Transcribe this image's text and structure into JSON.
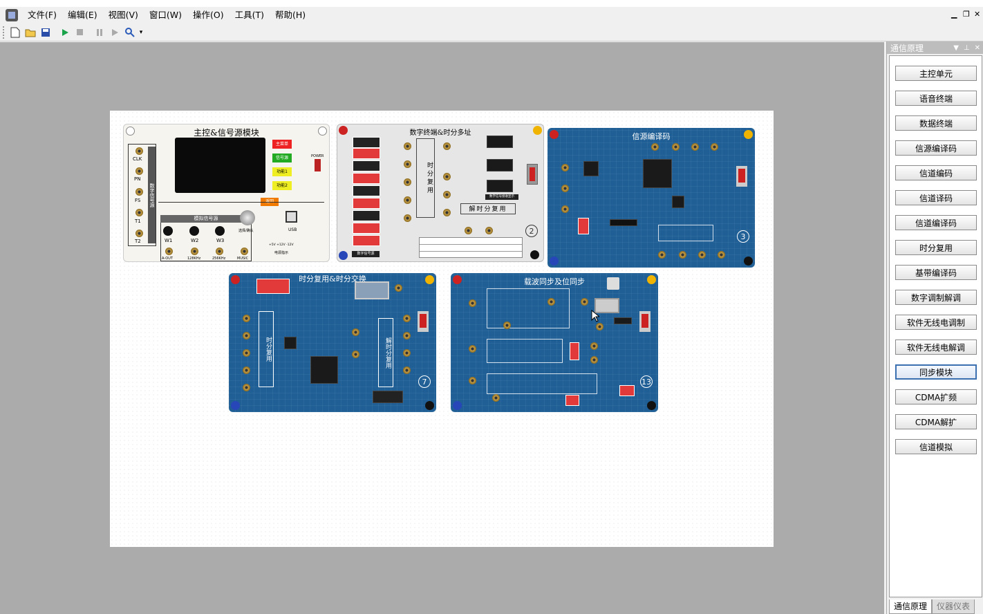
{
  "menu": [
    "文件(F)",
    "编辑(E)",
    "视图(V)",
    "窗口(W)",
    "操作(O)",
    "工具(T)",
    "帮助(H)"
  ],
  "panel": {
    "title": "通信原理",
    "buttons": [
      "主控单元",
      "语音终端",
      "数据终端",
      "信源编译码",
      "信道编码",
      "信道译码",
      "信道编译码",
      "时分复用",
      "基带编译码",
      "数字调制解调",
      "软件无线电调制",
      "软件无线电解调",
      "同步模块",
      "CDMA扩频",
      "CDMA解扩",
      "信道模拟"
    ],
    "active_button": "同步模块",
    "tabs": [
      "通信原理",
      "仪器仪表"
    ]
  },
  "modules": {
    "main": {
      "title": "主控&信号源模块",
      "side_label": "数字信号源",
      "jacks": [
        "CLK",
        "PN",
        "FS",
        "T1",
        "T2"
      ],
      "buttons": [
        "主菜单",
        "信号源",
        "功能1",
        "功能2",
        "返回"
      ],
      "analog_title": "模拟信号源",
      "knobs": [
        "W1",
        "W2",
        "W3"
      ],
      "outputs": [
        "A-OUT",
        "128KHz",
        "256KHz",
        "MUSIC"
      ],
      "select_label": "选择/确认",
      "usb": "USB",
      "power": "POWER",
      "power_label": "电源指示",
      "volts": "+5V  +12V  -12V"
    },
    "m2": {
      "title": "数字终端&时分多址",
      "center": "时分复用",
      "demux": "解时分复用",
      "source": "数字信号源",
      "display": "数字信号接收显示",
      "number": "2"
    },
    "m3": {
      "title": "信源编译码",
      "number": "3"
    },
    "m7": {
      "title": "时分复用&时分交换",
      "left": "时分复用",
      "right": "解时分复用",
      "number": "7"
    },
    "m13": {
      "title": "载波同步及位同步",
      "number": "13"
    }
  }
}
